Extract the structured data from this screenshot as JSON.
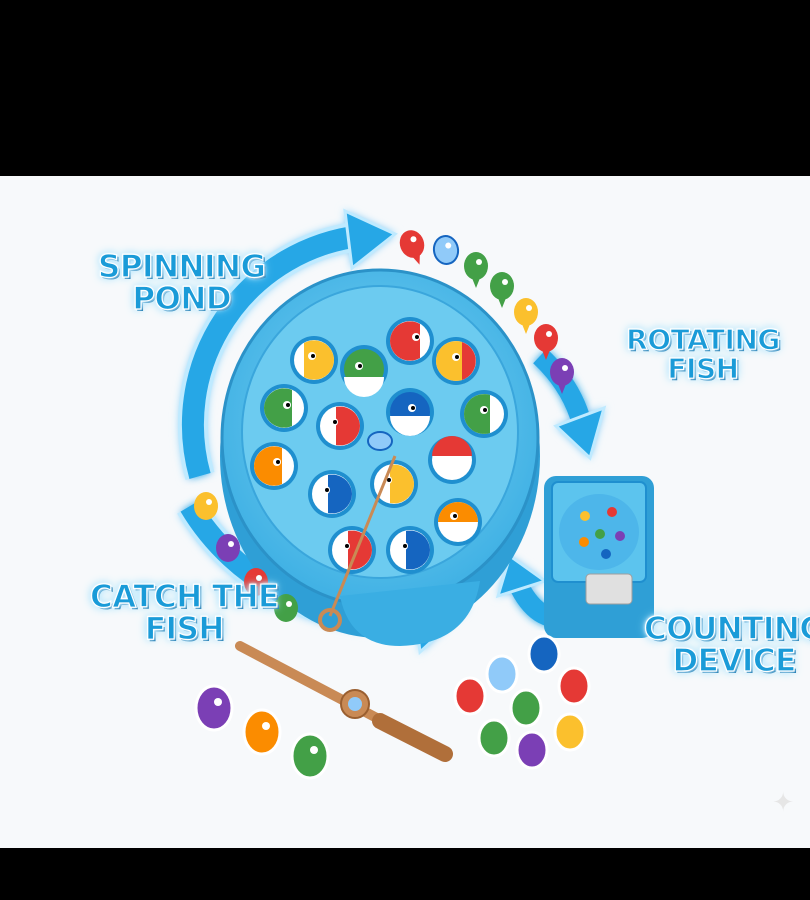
{
  "labels": {
    "spinning_pond": [
      "SPINNING",
      "POND"
    ],
    "rotating_fish": [
      "ROTATING FISH"
    ],
    "catch_the_fish": [
      "CATCH THE",
      "FISH"
    ],
    "counting_device": [
      "COUNTING",
      "DEVICE"
    ]
  },
  "colors": {
    "label": "#1a9bd8",
    "pond": "#5cc4ee",
    "pond_dark": "#2f9fd6",
    "arrow": "#27a7e6",
    "rod": "#c98a55",
    "fish_palette": [
      "#e53935",
      "#43a047",
      "#fbc02d",
      "#7b3fb5",
      "#fb8c00",
      "#1565c0"
    ]
  },
  "icons": [
    "sparkle-icon"
  ]
}
